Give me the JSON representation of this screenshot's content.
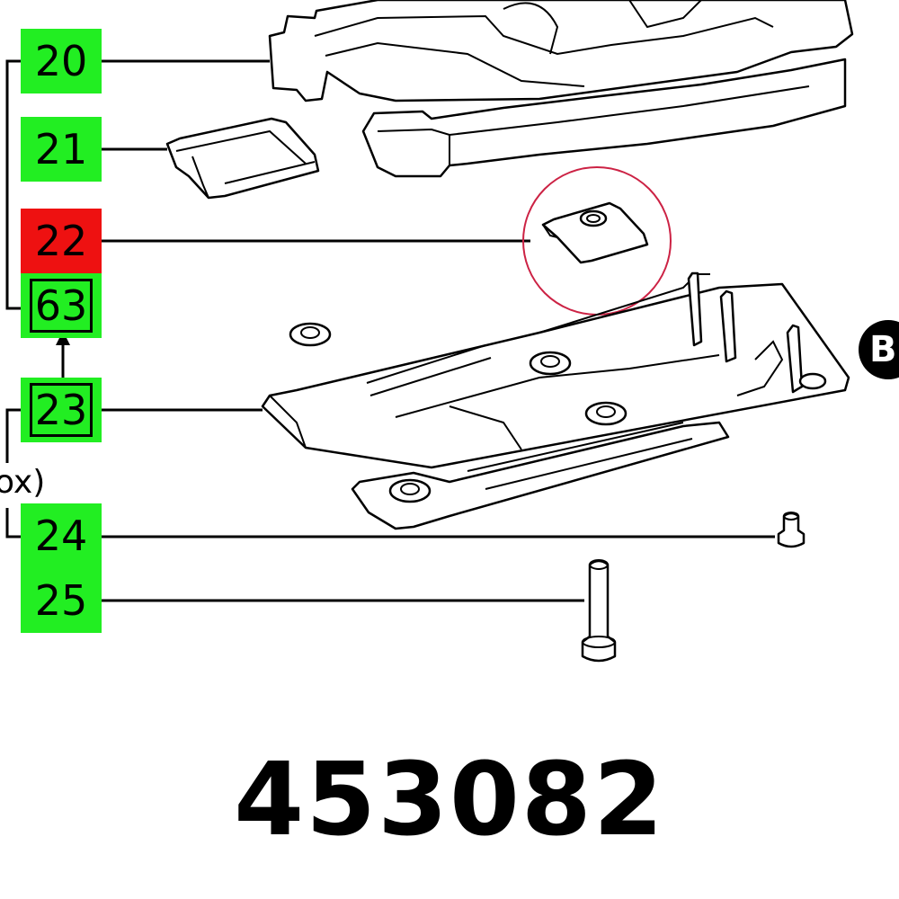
{
  "colors": {
    "available": "#22ee22",
    "highlighted": "#ee1111",
    "highlight_circle": "#cc2244"
  },
  "callouts": [
    {
      "number": "20",
      "status": "available",
      "boxed": false
    },
    {
      "number": "21",
      "status": "available",
      "boxed": false
    },
    {
      "number": "22",
      "status": "highlighted",
      "boxed": false
    },
    {
      "number": "63",
      "status": "available",
      "boxed": true
    },
    {
      "number": "23",
      "status": "available",
      "boxed": true
    },
    {
      "number": "24",
      "status": "available",
      "boxed": false
    },
    {
      "number": "25",
      "status": "available",
      "boxed": false
    }
  ],
  "text_fragments": {
    "left_cut": "ox)",
    "view_marker": "B"
  },
  "part_number": "453082"
}
